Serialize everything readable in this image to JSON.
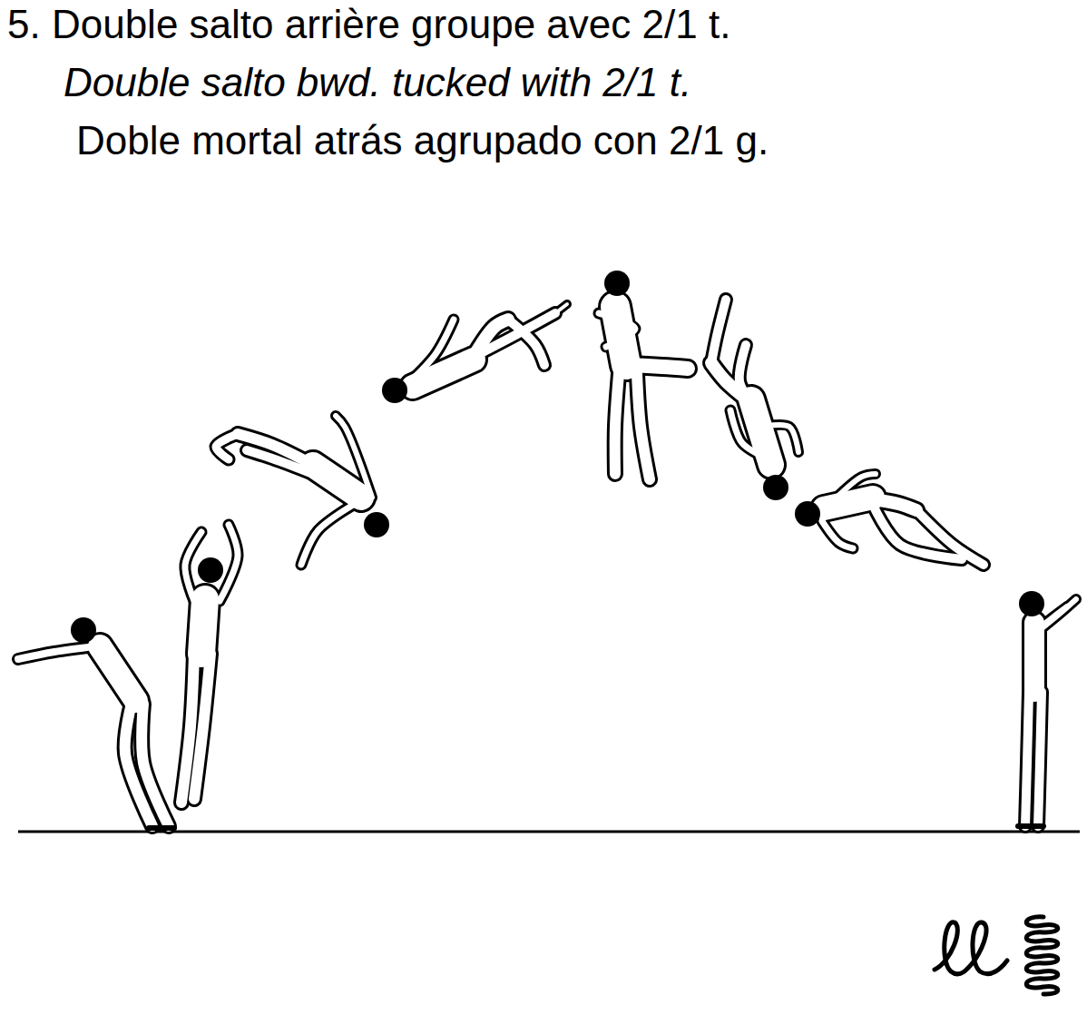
{
  "diagram": {
    "title": "5. Double salto arrière groupe avec 2/1 t.",
    "labels": [
      "Double salto bwd. tucked with 2/1 t.",
      "Doble mortal atrás agrupado con 2/1 g."
    ]
  }
}
